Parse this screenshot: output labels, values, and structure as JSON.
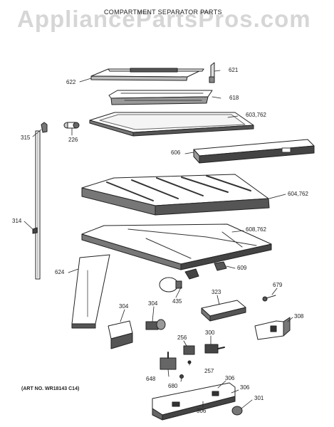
{
  "watermark": "AppliancePartsPros.com",
  "title": "COMPARTMENT SEPARATOR PARTS",
  "art_number": "(ART NO. WR18143 C14)",
  "callouts": {
    "c622": "622",
    "c621": "621",
    "c618": "618",
    "c603": "603,762",
    "c315": "315",
    "c226": "226",
    "c606": "606",
    "c604": "604,762",
    "c314": "314",
    "c608": "608,762",
    "c624": "624",
    "c609": "609",
    "c679": "679",
    "c323": "323",
    "c304a": "304",
    "c304b": "304",
    "c435": "435",
    "c308": "308",
    "c300": "300",
    "c256": "256",
    "c257": "257",
    "c648": "648",
    "c680": "680",
    "c306a": "306",
    "c306b": "306",
    "c306c": "306",
    "c301": "301"
  },
  "colors": {
    "ink": "#222222",
    "watermark": "#d6d6d6",
    "background": "#ffffff"
  }
}
